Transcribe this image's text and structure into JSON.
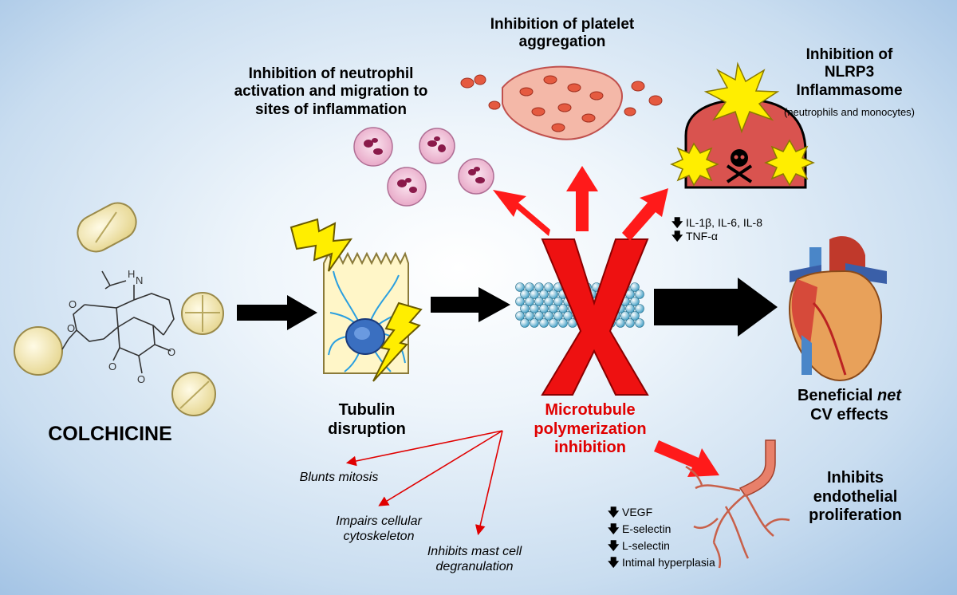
{
  "colchicine": "COLCHICINE",
  "tubulin": "Tubulin disruption",
  "microtubule": "Microtubule polymerization inhibition",
  "neutrophil": "Inhibition of neutrophil activation and migration to sites of inflammation",
  "platelet": "Inhibition of platelet aggregation",
  "nlrp3_title": "Inhibition of NLRP3 Inflammasome",
  "nlrp3_sub": "(neutrophils and monocytes)",
  "cytokines": [
    "IL-1β, IL-6, IL-8",
    "TNF-α"
  ],
  "benefit_pre": "Beneficial ",
  "benefit_net": "net",
  "benefit_post": "CV effects",
  "endothelial": "Inhibits endothelial proliferation",
  "endothelial_markers": [
    "VEGF",
    "E-selectin",
    "L-selectin",
    "Intimal hyperplasia"
  ],
  "mitosis": "Blunts mitosis",
  "cytoskeleton": "Impairs cellular cytoskeleton",
  "mast": "Inhibits mast cell degranulation",
  "molecule": {
    "substituent_o": "O",
    "substituent_nh": "N",
    "substituent_h": "H",
    "methoxy": "O"
  },
  "colors": {
    "red_arrow": "#ff1a1a",
    "x_mark": "#ee1111",
    "label_red": "#e00000"
  }
}
